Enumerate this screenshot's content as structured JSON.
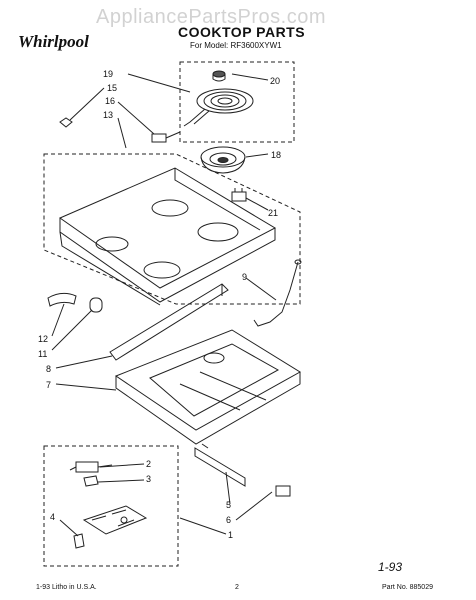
{
  "header": {
    "watermark": "AppliancePartsPros.com",
    "brand": "Whirlpool",
    "title": "COOKTOP PARTS",
    "model_line": "For Model: RF3600XYW1"
  },
  "callouts": [
    "19",
    "20",
    "15",
    "16",
    "13",
    "18",
    "21",
    "9",
    "12",
    "11",
    "8",
    "7",
    "2",
    "3",
    "4",
    "5",
    "6",
    "1"
  ],
  "footer": {
    "print_info": "1-93 Litho in U.S.A.",
    "page_number": "2",
    "part_number": "Part No. 885029",
    "handwritten": "1-93"
  }
}
